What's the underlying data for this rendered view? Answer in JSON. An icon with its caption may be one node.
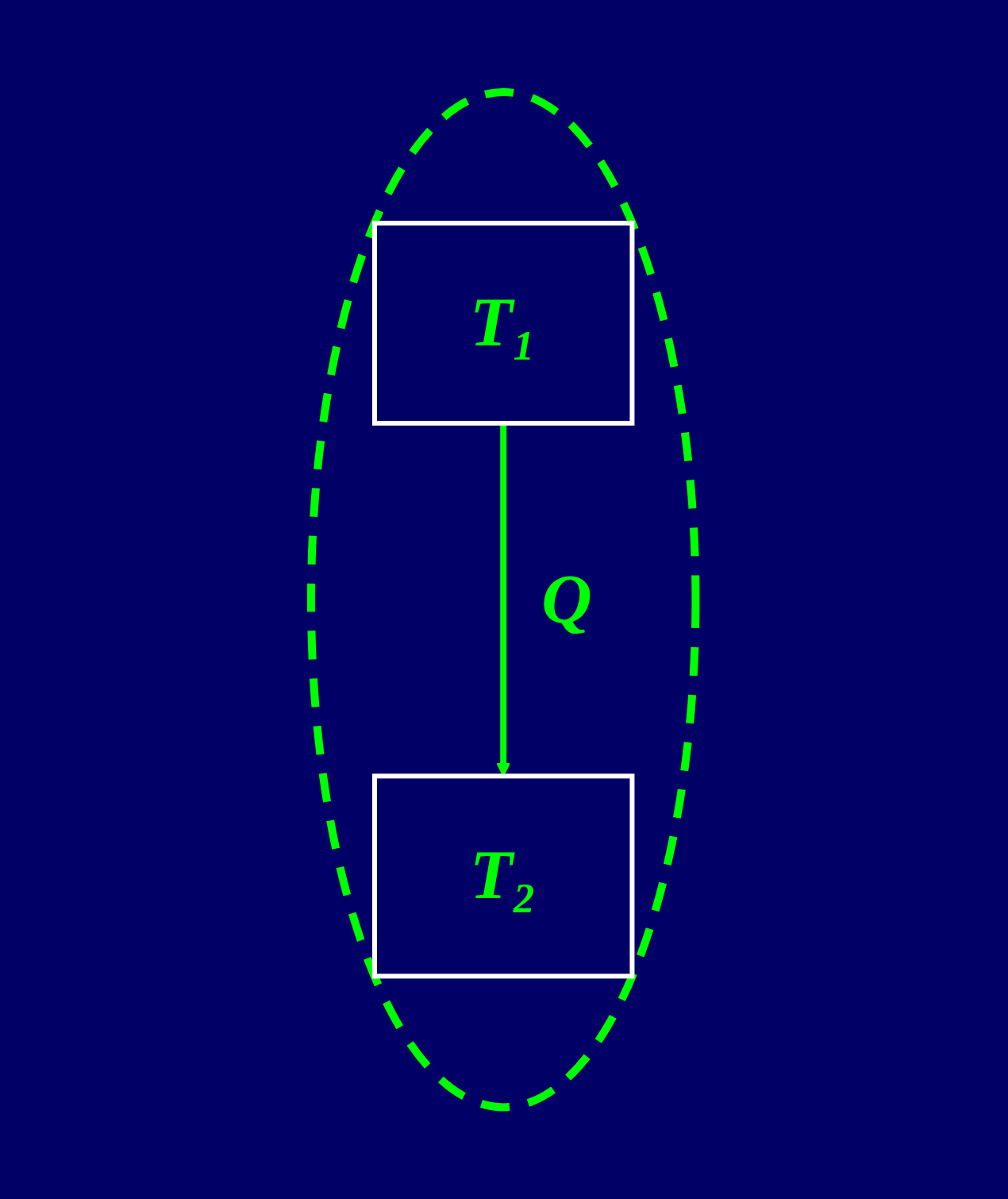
{
  "diagram": {
    "nodes": [
      {
        "text": [],
        "shape": "ellipse"
      },
      {
        "text": [
          "T₁"
        ],
        "in": 0
      },
      {
        "text": [
          "T₂"
        ],
        "in": 0
      }
    ],
    "edges": [
      {
        "from": 1,
        "to": 2,
        "arrow": "to",
        "label": "Q"
      }
    ]
  }
}
